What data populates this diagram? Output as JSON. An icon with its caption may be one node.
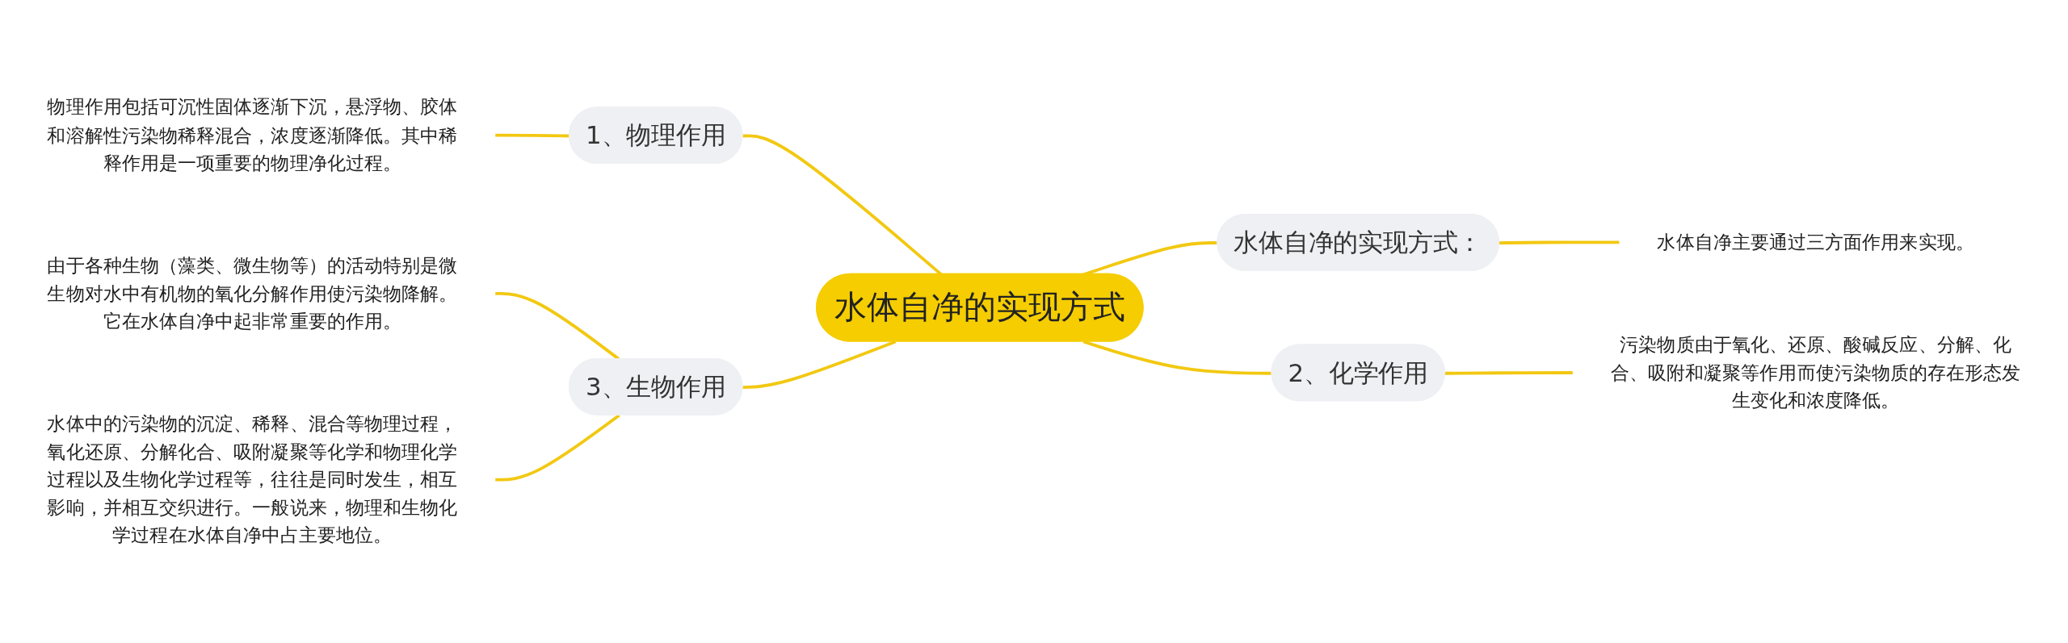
{
  "diagram": {
    "nodes": [
      {
        "text": [
          "水体自净的实现方式"
        ]
      },
      {
        "text": [
          "水体自净的实现方式："
        ]
      },
      {
        "text": [
          "水体自净主要通过三方面作用来实现。"
        ]
      },
      {
        "text": [
          "1、物理作用"
        ]
      },
      {
        "text": [
          "物理作用包括可沉性固体逐渐下沉，悬浮物、胶体和溶解性污染物稀释混合，浓度逐渐降低。其中稀释作用是一项重要的物理净化过程。"
        ]
      },
      {
        "text": [
          "2、化学作用"
        ]
      },
      {
        "text": [
          "污染物质由于氧化、还原、酸碱反应、分解、化合、吸附和凝聚等作用而使污染物质的存在形态发生变化和浓度降低。"
        ]
      },
      {
        "text": [
          "3、生物作用"
        ]
      },
      {
        "text": [
          "由于各种生物（藻类、微生物等）的活动特别是微生物对水中有机物的氧化分解作用使污染物降解。它在水体自净中起非常重要的作用。"
        ]
      },
      {
        "text": [
          "水体中的污染物的沉淀、稀释、混合等物理过程，氧化还原、分解化合、吸附凝聚等化学和物理化学过程以及生物化学过程等，往往是同时发生，相互影响，并相互交织进行。一般说来，物理和生物化学过程在水体自净中占主要地位。"
        ]
      }
    ],
    "edges": [
      {
        "from": 0,
        "to": 1,
        "arrow": "none"
      },
      {
        "from": 1,
        "to": 2,
        "arrow": "none"
      },
      {
        "from": 3,
        "to": 0,
        "arrow": "none"
      },
      {
        "from": 4,
        "to": 3,
        "arrow": "none"
      },
      {
        "from": 0,
        "to": 5,
        "arrow": "none"
      },
      {
        "from": 5,
        "to": 6,
        "arrow": "none"
      },
      {
        "from": 7,
        "to": 0,
        "arrow": "none"
      },
      {
        "from": 8,
        "to": 7,
        "arrow": "none"
      },
      {
        "from": 9,
        "to": 7,
        "arrow": "none"
      }
    ]
  }
}
